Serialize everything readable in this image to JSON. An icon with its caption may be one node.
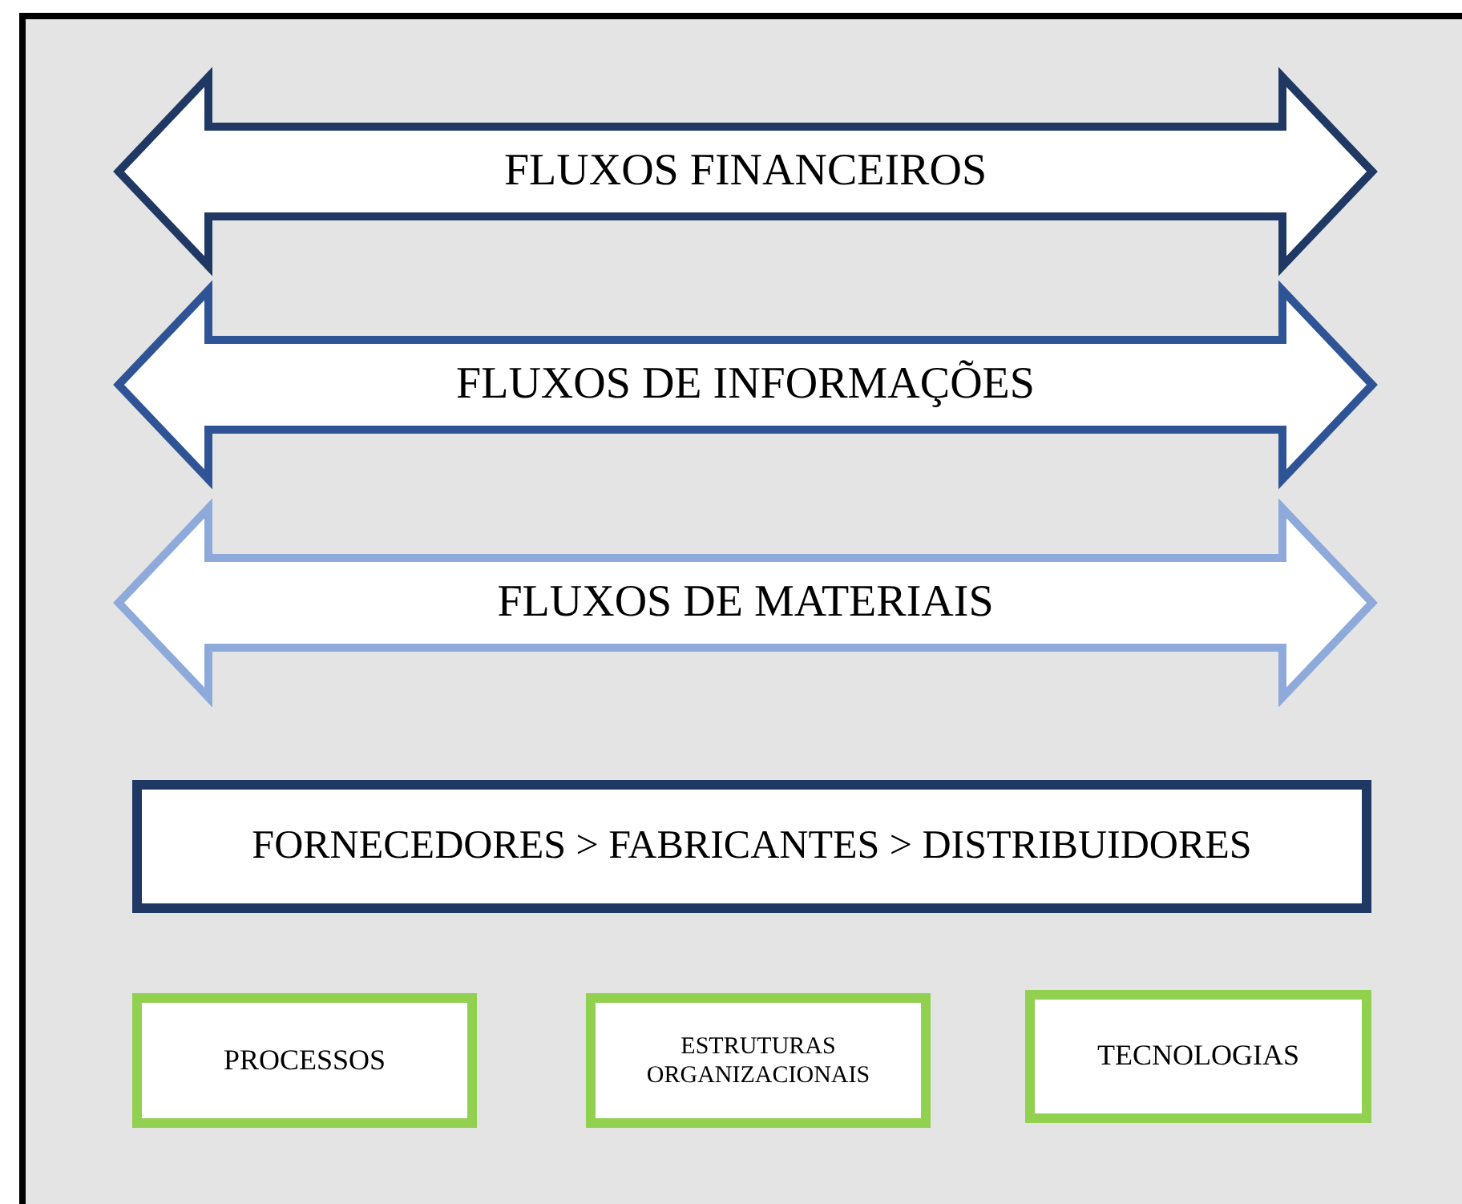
{
  "diagram": {
    "nodes": [
      {
        "text": [
          "FLUXOS FINANCEIROS"
        ]
      },
      {
        "text": [
          "FLUXOS DE INFORMAÇÕES"
        ]
      },
      {
        "text": [
          "FLUXOS DE MATERIAIS"
        ]
      },
      {
        "text": [
          "FORNECEDORES > FABRICANTES > DISTRIBUIDORES"
        ]
      },
      {
        "text": [
          "PROCESSOS"
        ]
      },
      {
        "text": [
          "ESTRUTURAS ORGANIZACIONAIS"
        ]
      },
      {
        "text": [
          "TECNOLOGIAS"
        ]
      }
    ]
  }
}
